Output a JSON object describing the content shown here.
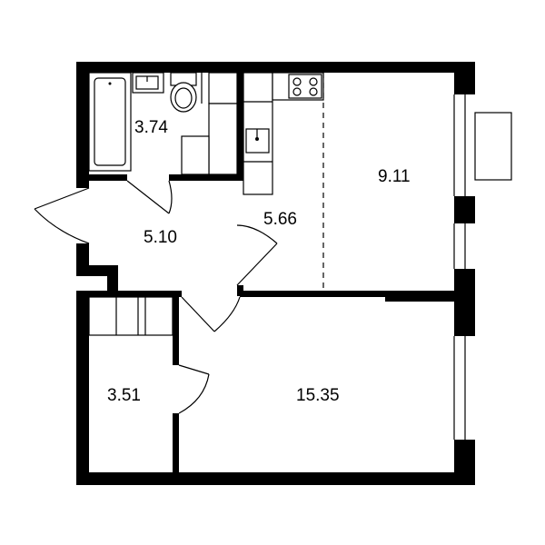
{
  "rooms": [
    {
      "id": "bathroom",
      "area": "3.74"
    },
    {
      "id": "kitchen",
      "area": "5.66"
    },
    {
      "id": "living",
      "area": "9.11"
    },
    {
      "id": "hall",
      "area": "5.10"
    },
    {
      "id": "wardrobe",
      "area": "3.51"
    },
    {
      "id": "bedroom",
      "area": "15.35"
    }
  ],
  "colors": {
    "wall": "#000000",
    "background": "#ffffff"
  }
}
